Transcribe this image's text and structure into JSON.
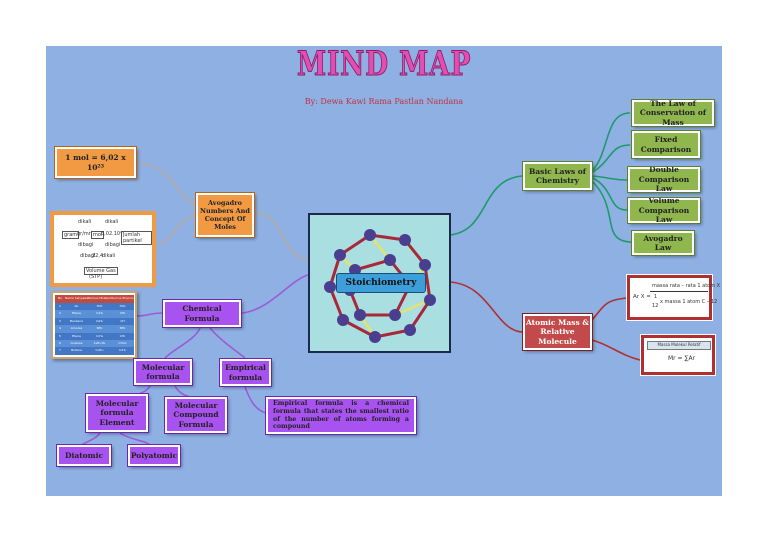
{
  "title": "MIND MAP",
  "author": "By: Dewa Kawi Rama Pastlan Nandana",
  "center": {
    "label": "Stoichiometry"
  },
  "colors": {
    "background": "#8eb0e3",
    "green": "#8fb74e",
    "orange": "#f29a43",
    "purple": "#a852f0",
    "red": "#c34a4a",
    "teal_line": "#1f9a6b",
    "red_line": "#b03030",
    "purple_line": "#9c5bd8",
    "grey_line": "#b5aaa0"
  },
  "nodes": {
    "basic_laws": "Basic Laws of Chemistry",
    "law_mass": "The Law of Conservation of Mass",
    "fixed_comparison": "Fixed Comparison",
    "double_comparison": "Double Comparison Law",
    "volume_comparison": "Volume Comparison Law",
    "avogadro_law": "Avogadro Law",
    "atomic_mass": "Atomic Mass & Relative Molecule",
    "avogadro_numbers": "Avogadro Numbers And Concept Of Moles",
    "mol_formula": "1 mol = 6,02 x 10²³",
    "chemical_formula": "Chemical Formula",
    "molecular_formula": "Molecular formula",
    "empirical_formula": "Empirical formula",
    "molecular_element": "Molecular formula Element",
    "molecular_compound": "Molecular Compound Formula",
    "diatomic": "Diatomic",
    "polyatomic": "Polyatomic",
    "empirical_note": "Empirical formula is a chemical formula that states the smallest ratio of the number of atoms forming a compound"
  },
  "formula_ar": {
    "lhs": "Ar X =",
    "top": "massa rata – rata 1 atom X",
    "frac_num": "1",
    "frac_den": "12",
    "bottom": "x massa 1 atom C – 12"
  },
  "formula_mr": {
    "header": "Massa Molekul Relatif",
    "expr": "Mr = ∑Ar"
  },
  "mole_diagram": {
    "top_labels": [
      "dikali",
      "dikali"
    ],
    "cells": [
      "gram",
      "gr/mr",
      "mol",
      "6,02.10²³",
      "jumlah partikel"
    ],
    "mid_labels": [
      "dibagi",
      "dibagi"
    ],
    "lower": [
      "dibagi",
      "22,4",
      "dikali"
    ],
    "bottom": [
      "Volume Gas",
      "(STP)"
    ]
  },
  "formula_table": {
    "headers": [
      "No",
      "Nama Senyawa",
      "Rumus Molekul",
      "Rumus Empiris"
    ],
    "rows": [
      [
        "1",
        "Air",
        "H₂O",
        "H₂O"
      ],
      [
        "2",
        "Etana",
        "C₂H₆",
        "CH₃"
      ],
      [
        "3",
        "Benzena",
        "C₆H₆",
        "CH"
      ],
      [
        "4",
        "Amonia",
        "NH₃",
        "NH₃"
      ],
      [
        "5",
        "Etena",
        "C₂H₄",
        "CH₂"
      ],
      [
        "6",
        "Glukosa",
        "C₆H₁₂O₆",
        "CH₂O"
      ],
      [
        "7",
        "Butana",
        "C₄H₁₀",
        "C₂H₅"
      ]
    ]
  }
}
